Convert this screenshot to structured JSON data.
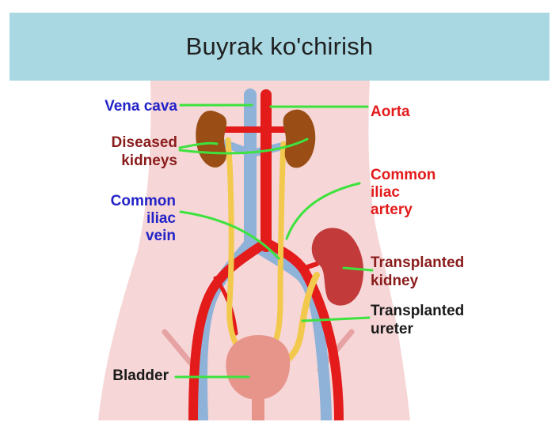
{
  "title": "Buyrak ko'chirish",
  "colors": {
    "header_bg": "#a9d8e3",
    "body_skin": "#f6d6d6",
    "artery": "#e31b1b",
    "vein": "#8fb2d9",
    "ureter": "#f2c94c",
    "diseased_kidney": "#9a4d14",
    "transplanted_kidney": "#c23a3a",
    "bladder": "#e7948b",
    "pointer_line": "#3ee23e",
    "label_blue": "#2323c8",
    "label_red": "#e31b1b",
    "label_maroon": "#8b1c1c",
    "label_black": "#1a1a1a"
  },
  "labels": {
    "vena_cava": "Vena cava",
    "aorta": "Aorta",
    "diseased_kidneys": [
      "Diseased",
      "kidneys"
    ],
    "common_iliac_artery": [
      "Common",
      "iliac",
      "artery"
    ],
    "common_iliac_vein": [
      "Common",
      "iliac",
      "vein"
    ],
    "transplanted_kidney": [
      "Transplanted",
      "kidney"
    ],
    "transplanted_ureter": [
      "Transplanted",
      "ureter"
    ],
    "bladder": "Bladder"
  }
}
